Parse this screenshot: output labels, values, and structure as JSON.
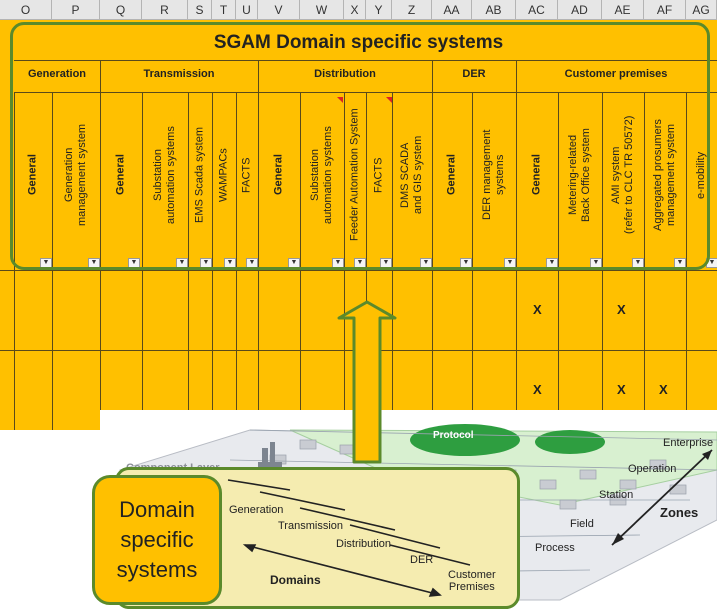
{
  "column_headers": [
    "O",
    "P",
    "Q",
    "R",
    "S",
    "T",
    "U",
    "V",
    "W",
    "X",
    "Y",
    "Z",
    "AA",
    "AB",
    "AC",
    "AD",
    "AE",
    "AF",
    "AG"
  ],
  "title": "SGAM Domain specific systems",
  "groups": {
    "generation": "Generation",
    "transmission": "Transmission",
    "distribution": "Distribution",
    "der": "DER",
    "customer": "Customer premises"
  },
  "columns": {
    "gen_general": "General",
    "gen_mgmt": "Generation\nmanagement system",
    "tr_general": "General",
    "tr_substation": "Substation\nautomation systems",
    "tr_ems": "EMS Scada system",
    "tr_wampacs": "WAMPACs",
    "tr_facts": "FACTS",
    "di_general": "General",
    "di_substation": "Substation\nautomation systems",
    "di_feeder": "Feeder Automation System",
    "di_facts": "FACTS",
    "di_dms": "DMS SCADA\nand GIS system",
    "der_general": "General",
    "der_mgmt": "DER management\nsystems",
    "cp_general": "General",
    "cp_metering": "Metering-related\nBack Office system",
    "cp_ami": "AMI system\n(refer to CLC TR 50572)",
    "cp_aggregated": "Aggregated prosumers\nmanagement system",
    "cp_emobility": "e-mobility"
  },
  "marks": {
    "row1_general": "X",
    "row1_ami": "X",
    "row2_general": "X",
    "row2_ami": "X",
    "row2_aggregated": "X"
  },
  "lower": {
    "protocol": "Protocol",
    "component_layer": "Component Layer",
    "enterprise": "Enterprise",
    "operation": "Operation",
    "station": "Station",
    "field": "Field",
    "process": "Process",
    "zones": "Zones",
    "domain_specific": "Domain specific systems",
    "generation": "Generation",
    "transmission": "Transmission",
    "distribution": "Distribution",
    "der": "DER",
    "customer_premises": "Customer\nPremises",
    "domains": "Domains"
  },
  "colors": {
    "sheet": "#ffc000",
    "frame": "#5b8a2b",
    "arrow": "#ffc000",
    "panel": "#f5ecb0"
  }
}
